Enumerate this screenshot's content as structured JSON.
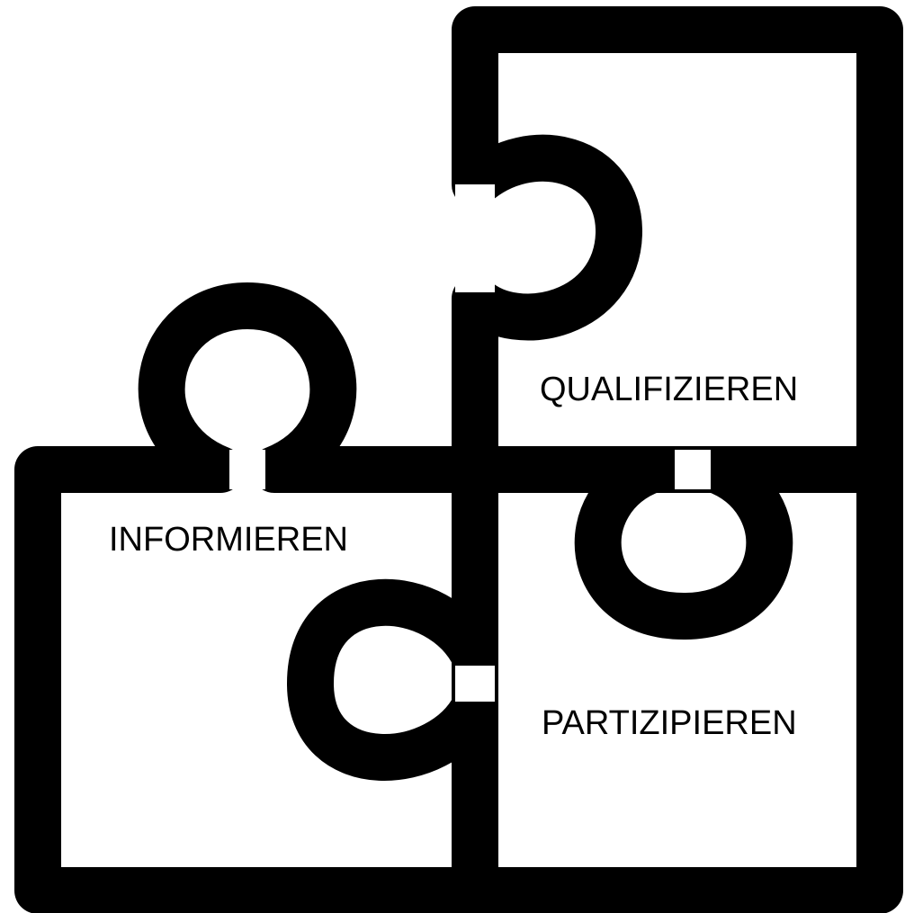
{
  "pieces": {
    "informieren": {
      "label": "INFORMIEREN"
    },
    "qualifizieren": {
      "label": "QUALIFIZIEREN"
    },
    "partizipieren": {
      "label": "PARTIZIPIEREN"
    }
  },
  "colors": {
    "outline": "#000000",
    "background": "#ffffff"
  }
}
